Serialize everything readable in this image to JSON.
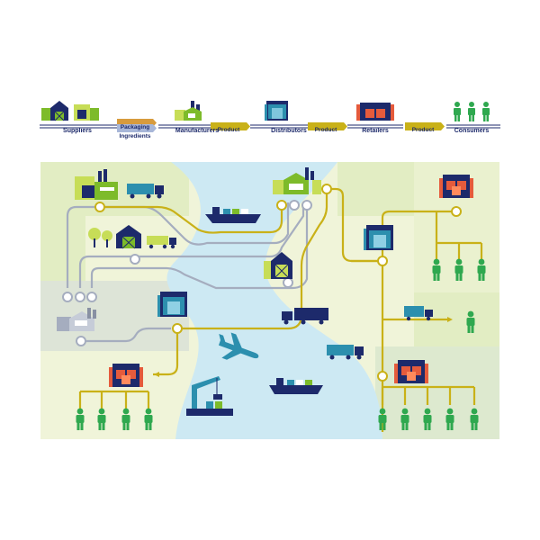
{
  "legend": {
    "stages": [
      "Suppliers",
      "Manufacturers",
      "Distributors",
      "Retailers",
      "Consumers"
    ],
    "connectors": {
      "packaging": "Packaging",
      "ingredients": "Ingredients",
      "product_1": "Product",
      "product_2": "Product",
      "product_3": "Product"
    }
  },
  "colors": {
    "water": "#cde9f3",
    "land_light": "#f0f4d9",
    "land_green": "#e2edc3",
    "land_grey": "#dde4d7",
    "flow_gold": "#c9b118",
    "flow_grey": "#a5adbf",
    "flow_orange": "#d79b3d",
    "navy": "#1d2a6b",
    "green": "#7dbb2a",
    "teal": "#2c8fae",
    "person": "#2fa84f",
    "crate": "#e55b3c"
  }
}
